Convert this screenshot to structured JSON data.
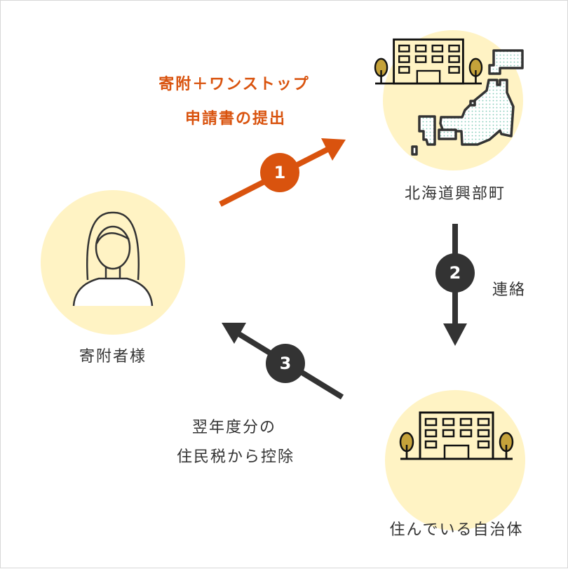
{
  "colors": {
    "accent": "#d9530e",
    "dark": "#333333",
    "circle": "#fff3c4",
    "tree": "#c5a23a",
    "map_dots": "#7cc9b4"
  },
  "steps": [
    {
      "number": "1",
      "label_lines": [
        "寄附＋ワンストップ",
        "申請書の提出"
      ]
    },
    {
      "number": "2",
      "label_lines": [
        "連絡"
      ]
    },
    {
      "number": "3",
      "label_lines": [
        "翌年度分の",
        "住民税から控除"
      ]
    }
  ],
  "nodes": {
    "donor": {
      "label": "寄附者様",
      "icon": "person-icon"
    },
    "town": {
      "label": "北海道興部町",
      "icon": "building-japan-map-icon"
    },
    "home": {
      "label": "住んでいる自治体",
      "icon": "building-icon"
    }
  }
}
